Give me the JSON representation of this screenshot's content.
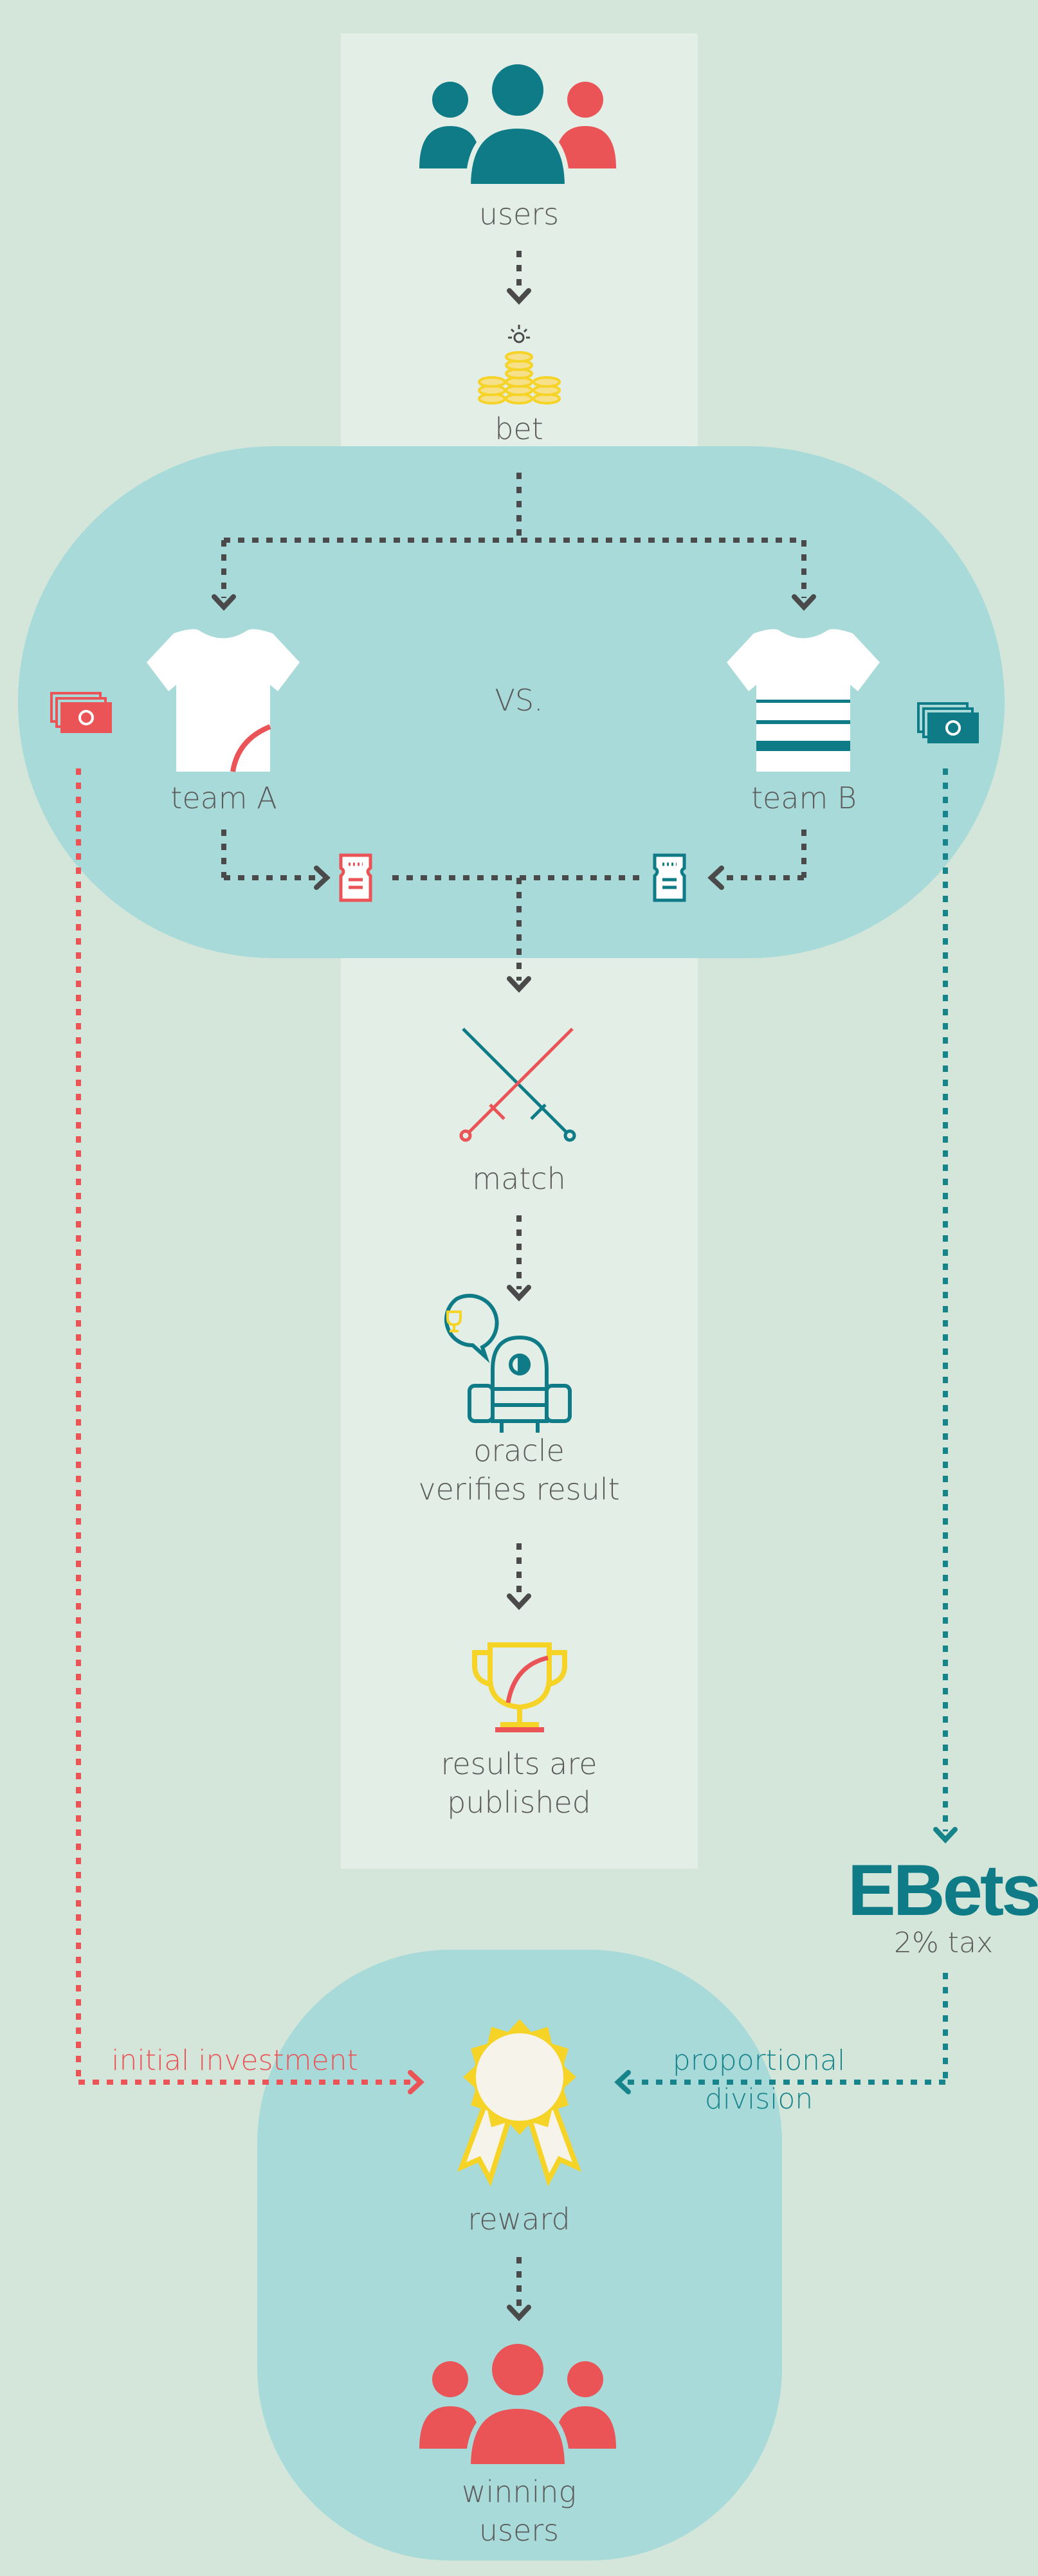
{
  "nodes": {
    "users": "users",
    "bet": "bet",
    "team_a": "team A",
    "vs": "VS.",
    "team_b": "team B",
    "match": "match",
    "oracle_line1": "oracle",
    "oracle_line2": "verifies result",
    "results_line1": "results are",
    "results_line2": "published",
    "reward": "reward",
    "winning_line1": "winning",
    "winning_line2": "users"
  },
  "brand": {
    "name": "EBets",
    "tax": "2% tax"
  },
  "edges": {
    "initial_investment": "initial investment",
    "proportional_line1": "proportional",
    "proportional_line2": "division"
  },
  "colors": {
    "teal": "#0f7b86",
    "red": "#ea5457",
    "yellow": "#f6d327",
    "text": "#5b5b5b",
    "arrow": "#4a4a4a"
  },
  "icons": [
    "users-icon",
    "coins-icon",
    "tshirt-icon",
    "ticket-icon",
    "cash-icon",
    "swords-icon",
    "robot-icon",
    "trophy-icon",
    "medal-icon",
    "winning-users-icon"
  ]
}
